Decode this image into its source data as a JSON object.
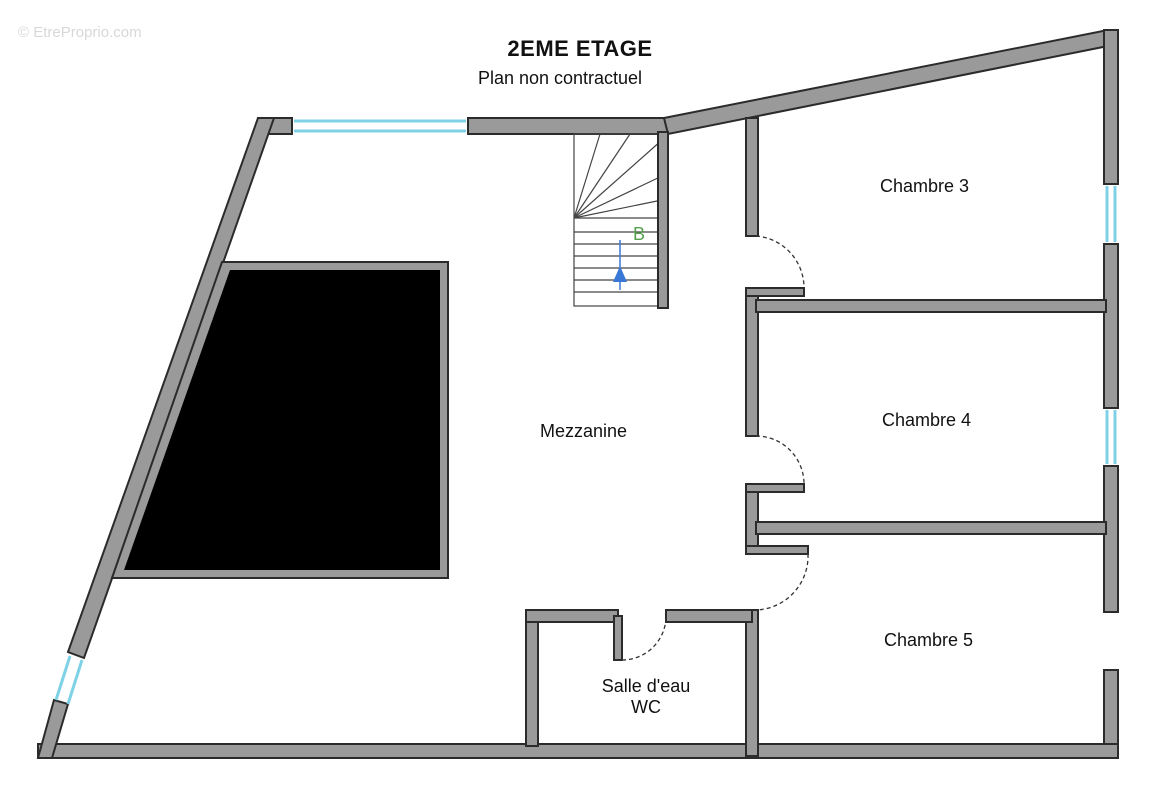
{
  "watermark": "© EtreProprio.com",
  "header": {
    "title": "2EME ETAGE",
    "subtitle": "Plan non contractuel"
  },
  "rooms": {
    "mezzanine": "Mezzanine",
    "chambre3": "Chambre 3",
    "chambre4": "Chambre 4",
    "chambre5": "Chambre 5",
    "salle_eau": "Salle d'eau",
    "wc": "WC"
  },
  "stairs": {
    "marker": "B"
  },
  "colors": {
    "wall_fill": "#9a9a9a",
    "wall_outline": "#2b2b2b",
    "window": "#7fd2e6",
    "void": "#000000",
    "stair_arrow": "#3a78d6",
    "stair_marker": "#55a04c"
  }
}
